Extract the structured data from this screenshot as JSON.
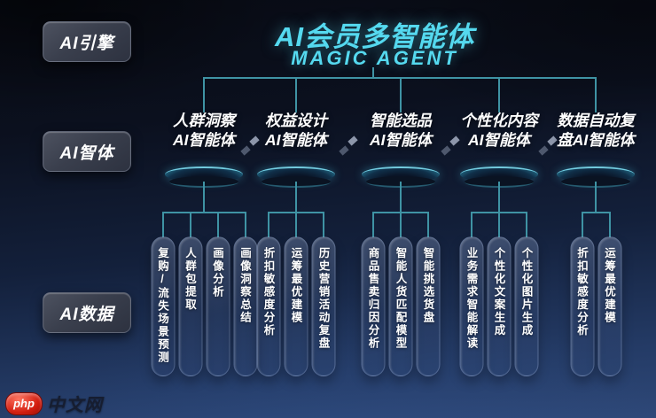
{
  "header": {
    "title_cn": "AI会员多智能体",
    "title_en": "MAGIC AGENT"
  },
  "side_labels": [
    {
      "label": "AI引擎"
    },
    {
      "label": "AI智体"
    },
    {
      "label": "AI数据"
    }
  ],
  "agents": [
    {
      "name_lines": [
        "人群洞察",
        "AI智能体"
      ],
      "tasks": [
        "复购/流失场景预测",
        "人群包提取",
        "画像分析",
        "画像洞察总结"
      ]
    },
    {
      "name_lines": [
        "权益设计",
        "AI智能体"
      ],
      "tasks": [
        "折扣敏感度分析",
        "运筹最优建模",
        "历史营销活动复盘"
      ]
    },
    {
      "name_lines": [
        "智能选品",
        "AI智能体"
      ],
      "tasks": [
        "商品售卖归因分析",
        "智能人货匹配模型",
        "智能挑选货盘"
      ]
    },
    {
      "name_lines": [
        "个性化内容",
        "AI智能体"
      ],
      "tasks": [
        "业务需求智能解读",
        "个性化文案生成",
        "个性化图片生成"
      ]
    },
    {
      "name_lines": [
        "数据自动复",
        "盘AI智能体"
      ],
      "tasks": [
        "折扣敏感度分析",
        "运筹最优建模"
      ]
    }
  ],
  "watermark": {
    "logo": "php",
    "text": "中文网"
  },
  "colors": {
    "accent_cyan": "#55d9ef",
    "connector_teal": "#3f93a4",
    "background_top": "#080b14",
    "background_bottom": "#2e4878",
    "label_gray": "#3a3f4d",
    "watermark_red": "#d21d0f"
  }
}
